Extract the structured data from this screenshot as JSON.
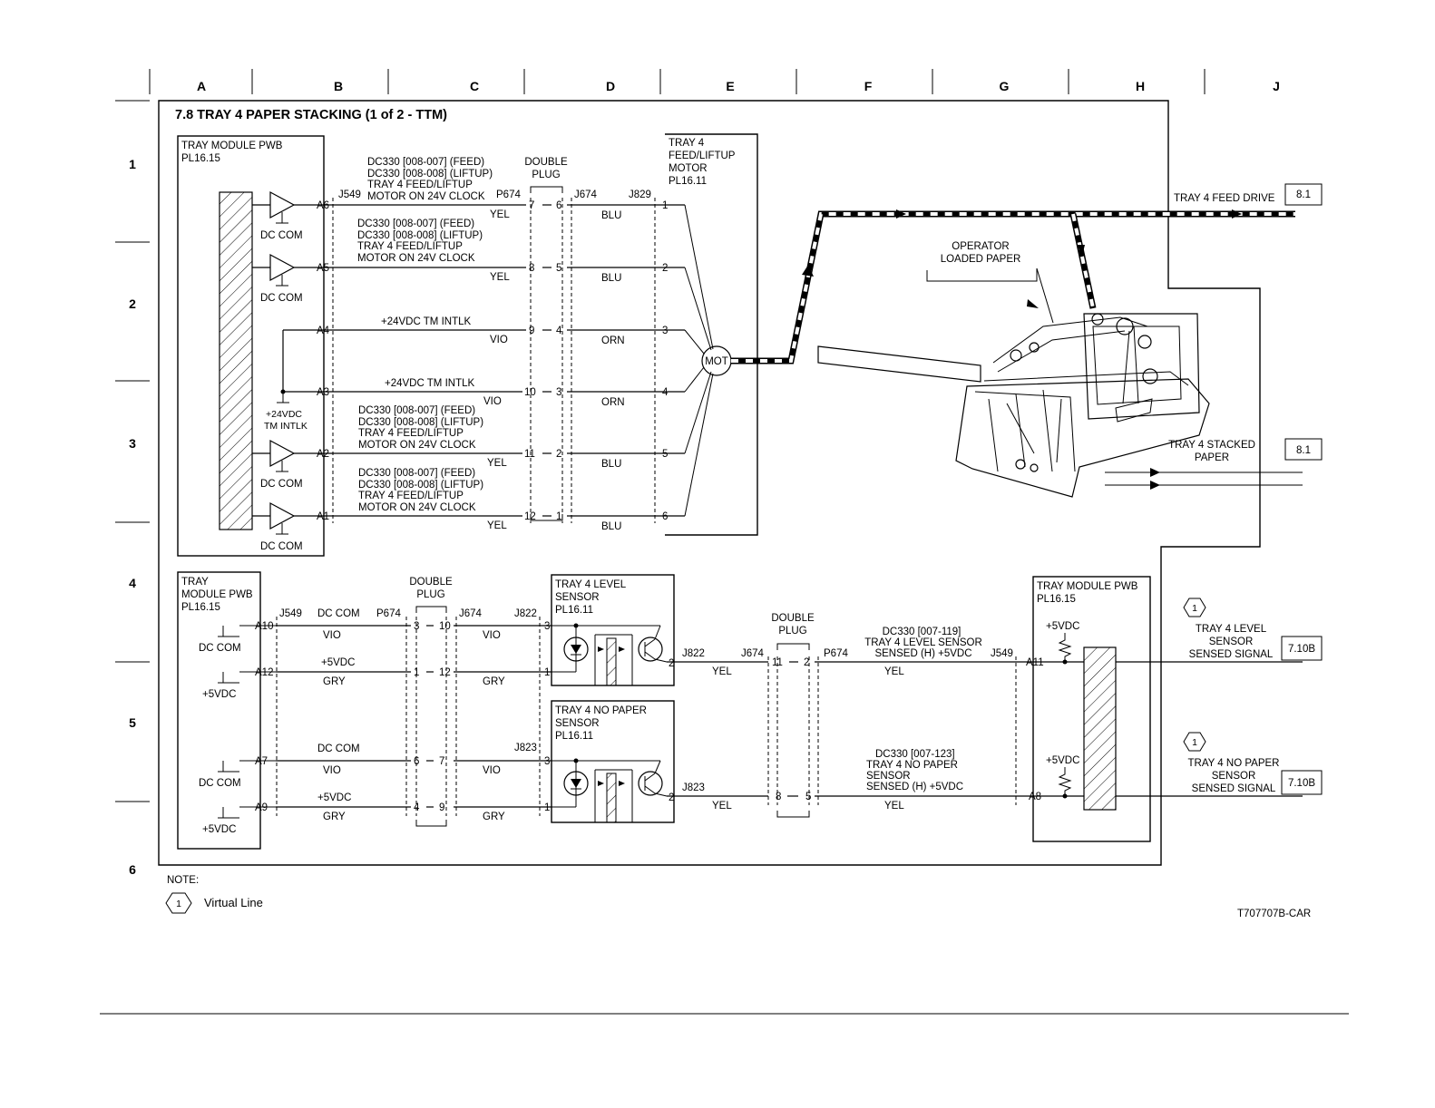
{
  "title": "7.8 TRAY 4 PAPER STACKING (1 of 2 - TTM)",
  "columns": [
    "A",
    "B",
    "C",
    "D",
    "E",
    "F",
    "G",
    "H",
    "J"
  ],
  "rows": [
    "1",
    "2",
    "3",
    "4",
    "5",
    "6"
  ],
  "tray_pwb_top": {
    "name": "TRAY MODULE PWB",
    "pl": "PL16.15"
  },
  "dc_com": "DC COM",
  "intlk_small": [
    "+24VDC",
    "TM INTLK"
  ],
  "motor_box": {
    "lines": [
      "TRAY 4",
      "FEED/LIFTUP",
      "MOTOR",
      "PL16.11"
    ],
    "symbol": "MOT"
  },
  "double_plug": [
    "DOUBLE",
    "PLUG"
  ],
  "connectors": {
    "j549": "J549",
    "p674": "P674",
    "j674": "J674",
    "j829": "J829",
    "j822": "J822",
    "j823": "J823"
  },
  "feed_text": {
    "l1": "DC330 [008-007] (FEED)",
    "l2": "DC330 [008-008] (LIFTUP)",
    "l3": "TRAY 4 FEED/LIFTUP",
    "l4": "MOTOR ON 24V CLOCK"
  },
  "intlk_text": "+24VDC TM INTLK",
  "wires_top": [
    {
      "pin": "A6",
      "p1": "7",
      "p2": "6",
      "mp": "1",
      "c1": "YEL",
      "c2": "BLU"
    },
    {
      "pin": "A5",
      "p1": "8",
      "p2": "5",
      "mp": "2",
      "c1": "YEL",
      "c2": "BLU"
    },
    {
      "pin": "A4",
      "p1": "9",
      "p2": "4",
      "mp": "3",
      "c1": "VIO",
      "c2": "ORN"
    },
    {
      "pin": "A3",
      "p1": "10",
      "p2": "3",
      "mp": "4",
      "c1": "VIO",
      "c2": "ORN"
    },
    {
      "pin": "A2",
      "p1": "11",
      "p2": "2",
      "mp": "5",
      "c1": "YEL",
      "c2": "BLU"
    },
    {
      "pin": "A1",
      "p1": "12",
      "p2": "1",
      "mp": "6",
      "c1": "YEL",
      "c2": "BLU"
    }
  ],
  "feed_drive": {
    "label": "TRAY 4 FEED DRIVE",
    "ref": "8.1"
  },
  "operator_paper": [
    "OPERATOR",
    "LOADED PAPER"
  ],
  "stacked_paper": {
    "lines": [
      "TRAY 4 STACKED",
      "PAPER"
    ],
    "ref": "8.1"
  },
  "tray_pwb_bottom": {
    "lines": [
      "TRAY",
      "MODULE PWB",
      "PL16.15"
    ]
  },
  "bottom_wires": [
    {
      "pin": "A10",
      "sig": "DC COM",
      "p1": "3",
      "p2": "10",
      "mp": "3",
      "c": "VIO"
    },
    {
      "pin": "A12",
      "sig": "+5VDC",
      "p1": "1",
      "p2": "12",
      "mp": "1",
      "c": "GRY"
    },
    {
      "pin": "A7",
      "sig": "DC COM",
      "p1": "6",
      "p2": "7",
      "mp": "3",
      "c": "VIO"
    },
    {
      "pin": "A9",
      "sig": "+5VDC",
      "p1": "4",
      "p2": "9",
      "mp": "1",
      "c": "GRY"
    }
  ],
  "gnd_labels": [
    "DC COM",
    "+5VDC",
    "DC COM",
    "+5VDC"
  ],
  "level_sensor": {
    "lines": [
      "TRAY 4 LEVEL",
      "SENSOR",
      "PL16.11"
    ]
  },
  "nopaper_sensor": {
    "lines": [
      "TRAY 4 NO PAPER",
      "SENSOR",
      "PL16.11"
    ]
  },
  "level_signal": {
    "p_out": "2",
    "j674pin1": "11",
    "j674pin2": "2",
    "color": "YEL",
    "text": [
      "DC330 [007-119]",
      "TRAY 4 LEVEL SENSOR",
      "SENSED (H) +5VDC"
    ],
    "pin": "A11"
  },
  "nopaper_signal": {
    "p_out": "2",
    "j674pin1": "8",
    "j674pin2": "5",
    "color": "YEL",
    "text": [
      "DC330 [007-123]",
      "TRAY 4 NO PAPER",
      "SENSOR",
      "SENSED (H) +5VDC"
    ],
    "pin": "A8"
  },
  "tray_pwb_right": {
    "name": "TRAY MODULE PWB",
    "pl": "PL16.15",
    "pullup": "+5VDC"
  },
  "level_out": {
    "lines": [
      "TRAY 4 LEVEL",
      "SENSOR",
      "SENSED SIGNAL"
    ],
    "ref": "7.10B",
    "badge": "1"
  },
  "nopaper_out": {
    "lines": [
      "TRAY 4 NO PAPER",
      "SENSOR",
      "SENSED SIGNAL"
    ],
    "ref": "7.10B",
    "badge": "1"
  },
  "note": {
    "label": "NOTE:",
    "badge": "1",
    "text": "Virtual Line"
  },
  "drawing_id": "T707707B-CAR"
}
